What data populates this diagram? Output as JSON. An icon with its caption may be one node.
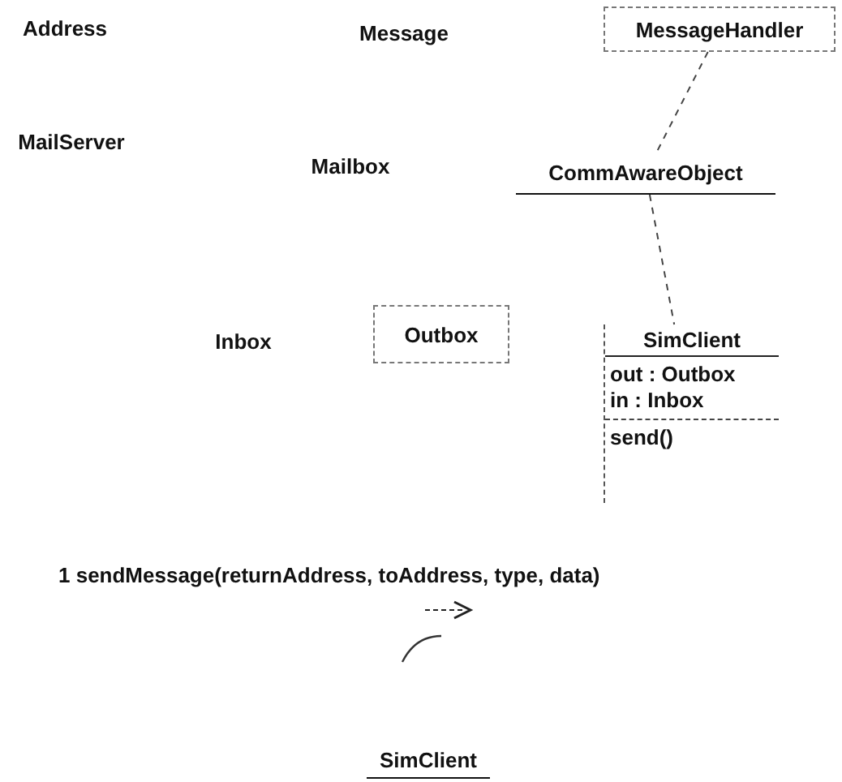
{
  "diagram": {
    "nodes": [
      {
        "text": [
          "Address"
        ]
      },
      {
        "text": [
          "Message"
        ]
      },
      {
        "text": [
          "MessageHandler"
        ]
      },
      {
        "text": [
          "MailServer"
        ]
      },
      {
        "text": [
          "Mailbox"
        ]
      },
      {
        "text": [
          "CommAwareObject"
        ]
      },
      {
        "text": [
          "Inbox"
        ]
      },
      {
        "text": [
          "Outbox"
        ]
      },
      {
        "text": [
          "SimClient",
          "out : Outbox",
          "in : Inbox",
          "send()"
        ]
      },
      {
        "text": [
          "SimClient"
        ]
      }
    ],
    "edges": [
      {
        "from": 2,
        "to": 5,
        "arrow": "none",
        "style": "dashed"
      },
      {
        "from": 5,
        "to": 8,
        "arrow": "none",
        "style": "dashed"
      }
    ],
    "labels": [
      "1  sendMessage(returnAddress, toAddress, type, data)"
    ]
  }
}
